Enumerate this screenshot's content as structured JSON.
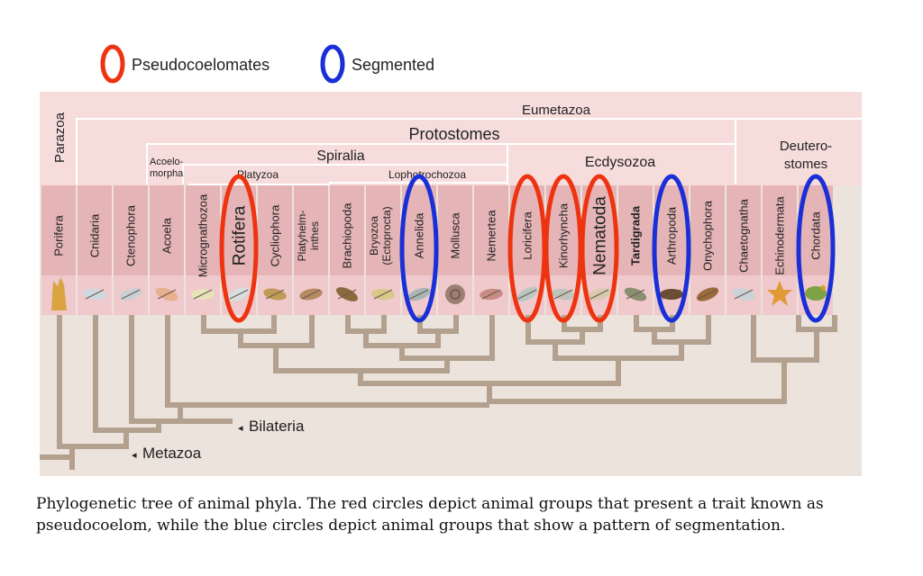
{
  "legend": {
    "red_label": "Pseudocoelomates",
    "blue_label": "Segmented",
    "red_color": "#ee3311",
    "blue_color": "#1a2fd6"
  },
  "clades": {
    "parazoa": "Parazoa",
    "eumetazoa": "Eumetazoa",
    "protostomes": "Protostomes",
    "spiralia": "Spiralia",
    "acoelomorpha_1": "Acoelo-",
    "acoelomorpha_2": "morpha",
    "platyzoa": "Platyzoa",
    "lophotrochozoa": "Lophotrochozoa",
    "ecdysozoa": "Ecdysozoa",
    "deuterostomes_1": "Deutero-",
    "deuterostomes_2": "stomes"
  },
  "phyla": [
    {
      "name": "Porifera",
      "name2": "",
      "bold": false,
      "big": false,
      "mark": ""
    },
    {
      "name": "Cnidaria",
      "name2": "",
      "bold": false,
      "big": false,
      "mark": ""
    },
    {
      "name": "Ctenophora",
      "name2": "",
      "bold": false,
      "big": false,
      "mark": ""
    },
    {
      "name": "Acoela",
      "name2": "",
      "bold": false,
      "big": false,
      "mark": ""
    },
    {
      "name": "Micrognathozoa",
      "name2": "",
      "bold": false,
      "big": false,
      "mark": ""
    },
    {
      "name": "Rotifera",
      "name2": "",
      "bold": false,
      "big": true,
      "mark": "red"
    },
    {
      "name": "Cycliophora",
      "name2": "",
      "bold": false,
      "big": false,
      "mark": ""
    },
    {
      "name": "Platyhelm-",
      "name2": "inthes",
      "bold": false,
      "big": false,
      "mark": ""
    },
    {
      "name": "Brachiopoda",
      "name2": "",
      "bold": false,
      "big": false,
      "mark": ""
    },
    {
      "name": "Bryozoa",
      "name2": "(Ectoprocta)",
      "bold": false,
      "big": false,
      "mark": ""
    },
    {
      "name": "Annelida",
      "name2": "",
      "bold": false,
      "big": false,
      "mark": "blue"
    },
    {
      "name": "Mollusca",
      "name2": "",
      "bold": false,
      "big": false,
      "mark": ""
    },
    {
      "name": "Nemertea",
      "name2": "",
      "bold": false,
      "big": false,
      "mark": ""
    },
    {
      "name": "Loricifera",
      "name2": "",
      "bold": false,
      "big": false,
      "mark": "red"
    },
    {
      "name": "Kinorhyncha",
      "name2": "",
      "bold": false,
      "big": false,
      "mark": "red"
    },
    {
      "name": "Nematoda",
      "name2": "",
      "bold": false,
      "big": true,
      "mark": "red"
    },
    {
      "name": "Tardigrada",
      "name2": "",
      "bold": true,
      "big": false,
      "mark": ""
    },
    {
      "name": "Arthropoda",
      "name2": "",
      "bold": false,
      "big": false,
      "mark": "blue"
    },
    {
      "name": "Onychophora",
      "name2": "",
      "bold": false,
      "big": false,
      "mark": ""
    },
    {
      "name": "Chaetognatha",
      "name2": "",
      "bold": false,
      "big": false,
      "mark": ""
    },
    {
      "name": "Echinodermata",
      "name2": "",
      "bold": false,
      "big": false,
      "mark": ""
    },
    {
      "name": "Chordata",
      "name2": "",
      "bold": false,
      "big": false,
      "mark": "blue"
    }
  ],
  "nodes": {
    "bilateria": "Bilateria",
    "metazoa": "Metazoa"
  },
  "caption": {
    "line1": "Phylogenetic tree of animal phyla. The red circles depict animal groups that present a trait known as",
    "line2": "pseudocoelom, while the blue circles depict animal groups that show a pattern of segmentation."
  },
  "colors": {
    "panel_bg": "#ebe3dc",
    "header_bg": "#f7dcdc",
    "column_bg": "#e4b4b6",
    "column_light": "#efc9cb",
    "branch": "#b3a08f"
  }
}
